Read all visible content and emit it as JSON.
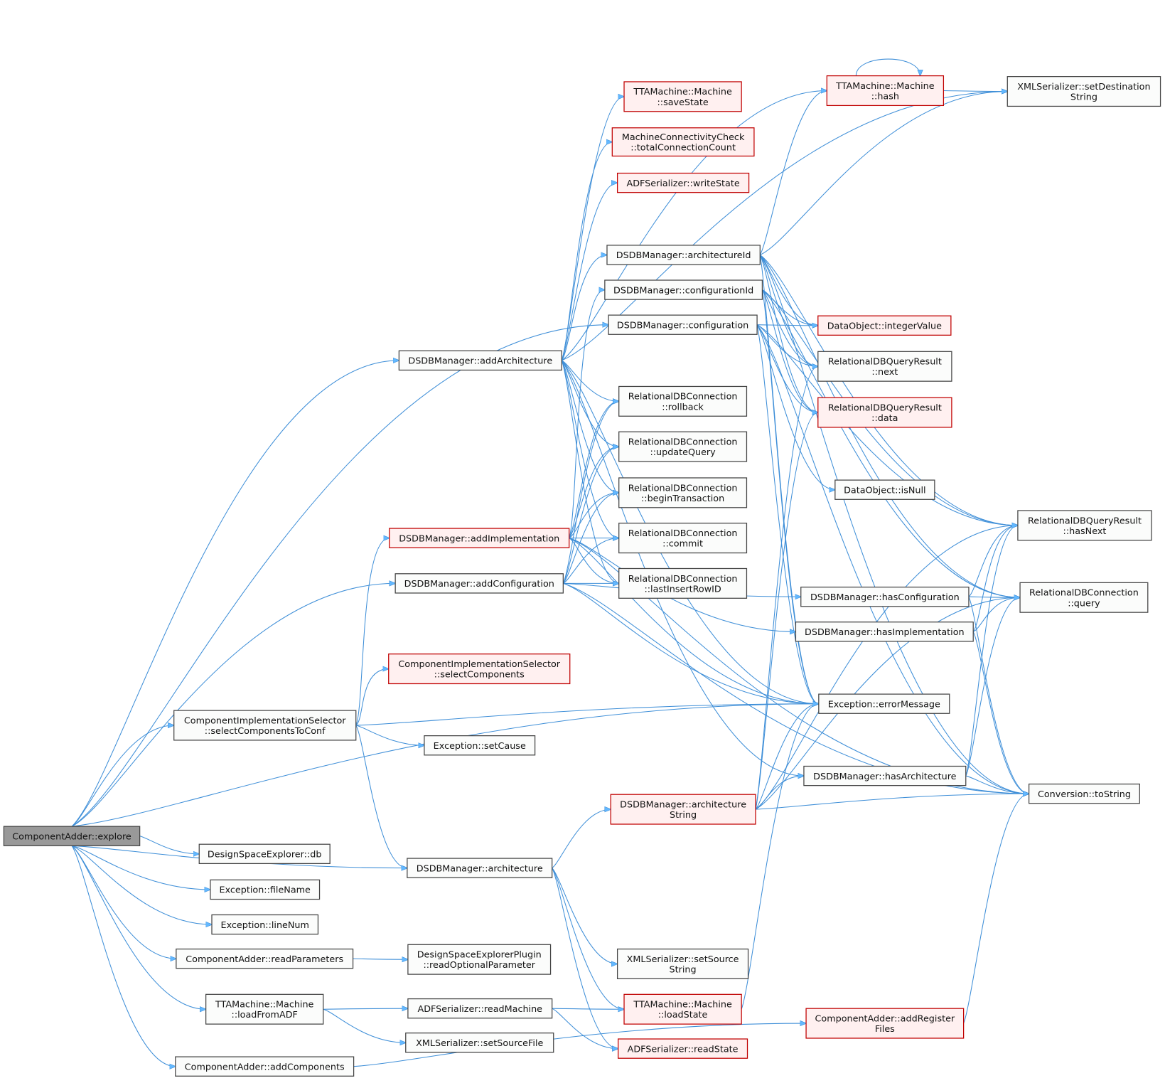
{
  "nodes": [
    {
      "id": "explore",
      "lines": [
        "ComponentAdder::explore"
      ],
      "style": "root"
    },
    {
      "id": "addArchitecture",
      "lines": [
        "DSDBManager::addArchitecture"
      ],
      "style": "normal"
    },
    {
      "id": "saveState",
      "lines": [
        "TTAMachine::Machine",
        "::saveState"
      ],
      "style": "red"
    },
    {
      "id": "totalConnectionCount",
      "lines": [
        "MachineConnectivityCheck",
        "::totalConnectionCount"
      ],
      "style": "red"
    },
    {
      "id": "writeState",
      "lines": [
        "ADFSerializer::writeState"
      ],
      "style": "red"
    },
    {
      "id": "hash",
      "lines": [
        "TTAMachine::Machine",
        "::hash"
      ],
      "style": "red"
    },
    {
      "id": "setDestinationString",
      "lines": [
        "XMLSerializer::setDestination",
        "String"
      ],
      "style": "normal"
    },
    {
      "id": "architectureId",
      "lines": [
        "DSDBManager::architectureId"
      ],
      "style": "normal"
    },
    {
      "id": "configurationId",
      "lines": [
        "DSDBManager::configurationId"
      ],
      "style": "normal"
    },
    {
      "id": "configuration",
      "lines": [
        "DSDBManager::configuration"
      ],
      "style": "normal"
    },
    {
      "id": "integerValue",
      "lines": [
        "DataObject::integerValue"
      ],
      "style": "red"
    },
    {
      "id": "next",
      "lines": [
        "RelationalDBQueryResult",
        "::next"
      ],
      "style": "normal"
    },
    {
      "id": "data",
      "lines": [
        "RelationalDBQueryResult",
        "::data"
      ],
      "style": "red"
    },
    {
      "id": "isNull",
      "lines": [
        "DataObject::isNull"
      ],
      "style": "normal"
    },
    {
      "id": "hasNext",
      "lines": [
        "RelationalDBQueryResult",
        "::hasNext"
      ],
      "style": "normal"
    },
    {
      "id": "rollback",
      "lines": [
        "RelationalDBConnection",
        "::rollback"
      ],
      "style": "normal"
    },
    {
      "id": "updateQuery",
      "lines": [
        "RelationalDBConnection",
        "::updateQuery"
      ],
      "style": "normal"
    },
    {
      "id": "beginTransaction",
      "lines": [
        "RelationalDBConnection",
        "::beginTransaction"
      ],
      "style": "normal"
    },
    {
      "id": "commit",
      "lines": [
        "RelationalDBConnection",
        "::commit"
      ],
      "style": "normal"
    },
    {
      "id": "lastInsertRowID",
      "lines": [
        "RelationalDBConnection",
        "::lastInsertRowID"
      ],
      "style": "normal"
    },
    {
      "id": "addImplementation",
      "lines": [
        "DSDBManager::addImplementation"
      ],
      "style": "red"
    },
    {
      "id": "addConfiguration",
      "lines": [
        "DSDBManager::addConfiguration"
      ],
      "style": "normal"
    },
    {
      "id": "hasConfiguration",
      "lines": [
        "DSDBManager::hasConfiguration"
      ],
      "style": "normal"
    },
    {
      "id": "query",
      "lines": [
        "RelationalDBConnection",
        "::query"
      ],
      "style": "normal"
    },
    {
      "id": "hasImplementation",
      "lines": [
        "DSDBManager::hasImplementation"
      ],
      "style": "normal"
    },
    {
      "id": "selectComponents",
      "lines": [
        "ComponentImplementationSelector",
        "::selectComponents"
      ],
      "style": "red"
    },
    {
      "id": "errorMessage",
      "lines": [
        "Exception::errorMessage"
      ],
      "style": "normal"
    },
    {
      "id": "selectComponentsToConf",
      "lines": [
        "ComponentImplementationSelector",
        "::selectComponentsToConf"
      ],
      "style": "normal"
    },
    {
      "id": "setCause",
      "lines": [
        "Exception::setCause"
      ],
      "style": "normal"
    },
    {
      "id": "hasArchitecture",
      "lines": [
        "DSDBManager::hasArchitecture"
      ],
      "style": "normal"
    },
    {
      "id": "toString",
      "lines": [
        "Conversion::toString"
      ],
      "style": "normal"
    },
    {
      "id": "architectureString",
      "lines": [
        "DSDBManager::architecture",
        "String"
      ],
      "style": "red"
    },
    {
      "id": "db",
      "lines": [
        "DesignSpaceExplorer::db"
      ],
      "style": "normal"
    },
    {
      "id": "architecture",
      "lines": [
        "DSDBManager::architecture"
      ],
      "style": "normal"
    },
    {
      "id": "fileName",
      "lines": [
        "Exception::fileName"
      ],
      "style": "normal"
    },
    {
      "id": "lineNum",
      "lines": [
        "Exception::lineNum"
      ],
      "style": "normal"
    },
    {
      "id": "readParameters",
      "lines": [
        "ComponentAdder::readParameters"
      ],
      "style": "normal"
    },
    {
      "id": "readOptionalParameter",
      "lines": [
        "DesignSpaceExplorerPlugin",
        "::readOptionalParameter"
      ],
      "style": "normal"
    },
    {
      "id": "setSourceString",
      "lines": [
        "XMLSerializer::setSource",
        "String"
      ],
      "style": "normal"
    },
    {
      "id": "loadFromADF",
      "lines": [
        "TTAMachine::Machine",
        "::loadFromADF"
      ],
      "style": "normal"
    },
    {
      "id": "readMachine",
      "lines": [
        "ADFSerializer::readMachine"
      ],
      "style": "normal"
    },
    {
      "id": "loadState",
      "lines": [
        "TTAMachine::Machine",
        "::loadState"
      ],
      "style": "red"
    },
    {
      "id": "setSourceFile",
      "lines": [
        "XMLSerializer::setSourceFile"
      ],
      "style": "normal"
    },
    {
      "id": "readState",
      "lines": [
        "ADFSerializer::readState"
      ],
      "style": "red"
    },
    {
      "id": "addRegisterFiles",
      "lines": [
        "ComponentAdder::addRegister",
        "Files"
      ],
      "style": "red"
    },
    {
      "id": "addComponents",
      "lines": [
        "ComponentAdder::addComponents"
      ],
      "style": "normal"
    }
  ],
  "edges": [
    [
      "explore",
      "addArchitecture"
    ],
    [
      "explore",
      "configuration"
    ],
    [
      "explore",
      "addConfiguration"
    ],
    [
      "explore",
      "selectComponentsToConf"
    ],
    [
      "explore",
      "errorMessage"
    ],
    [
      "explore",
      "architecture"
    ],
    [
      "explore",
      "db"
    ],
    [
      "explore",
      "fileName"
    ],
    [
      "explore",
      "lineNum"
    ],
    [
      "explore",
      "readParameters"
    ],
    [
      "explore",
      "loadFromADF"
    ],
    [
      "explore",
      "addComponents"
    ],
    [
      "addArchitecture",
      "saveState"
    ],
    [
      "addArchitecture",
      "totalConnectionCount"
    ],
    [
      "addArchitecture",
      "writeState"
    ],
    [
      "addArchitecture",
      "hash"
    ],
    [
      "addArchitecture",
      "setDestinationString"
    ],
    [
      "addArchitecture",
      "architectureId"
    ],
    [
      "addArchitecture",
      "rollback"
    ],
    [
      "addArchitecture",
      "updateQuery"
    ],
    [
      "addArchitecture",
      "beginTransaction"
    ],
    [
      "addArchitecture",
      "commit"
    ],
    [
      "addArchitecture",
      "lastInsertRowID"
    ],
    [
      "addArchitecture",
      "errorMessage"
    ],
    [
      "addArchitecture",
      "hasArchitecture"
    ],
    [
      "architectureId",
      "hash"
    ],
    [
      "architectureId",
      "setDestinationString"
    ],
    [
      "architectureId",
      "integerValue"
    ],
    [
      "architectureId",
      "next"
    ],
    [
      "architectureId",
      "data"
    ],
    [
      "architectureId",
      "hasNext"
    ],
    [
      "architectureId",
      "query"
    ],
    [
      "architectureId",
      "errorMessage"
    ],
    [
      "architectureId",
      "toString"
    ],
    [
      "configurationId",
      "integerValue"
    ],
    [
      "configurationId",
      "next"
    ],
    [
      "configurationId",
      "data"
    ],
    [
      "configurationId",
      "hasNext"
    ],
    [
      "configurationId",
      "query"
    ],
    [
      "configurationId",
      "errorMessage"
    ],
    [
      "configuration",
      "integerValue"
    ],
    [
      "configuration",
      "next"
    ],
    [
      "configuration",
      "data"
    ],
    [
      "configuration",
      "isNull"
    ],
    [
      "configuration",
      "hasNext"
    ],
    [
      "configuration",
      "errorMessage"
    ],
    [
      "configuration",
      "toString"
    ],
    [
      "hash",
      "hash"
    ],
    [
      "hash",
      "setDestinationString"
    ],
    [
      "addImplementation",
      "configurationId"
    ],
    [
      "addImplementation",
      "rollback"
    ],
    [
      "addImplementation",
      "updateQuery"
    ],
    [
      "addImplementation",
      "beginTransaction"
    ],
    [
      "addImplementation",
      "commit"
    ],
    [
      "addImplementation",
      "lastInsertRowID"
    ],
    [
      "addImplementation",
      "hasImplementation"
    ],
    [
      "addImplementation",
      "errorMessage"
    ],
    [
      "addImplementation",
      "toString"
    ],
    [
      "addConfiguration",
      "rollback"
    ],
    [
      "addConfiguration",
      "updateQuery"
    ],
    [
      "addConfiguration",
      "beginTransaction"
    ],
    [
      "addConfiguration",
      "commit"
    ],
    [
      "addConfiguration",
      "lastInsertRowID"
    ],
    [
      "addConfiguration",
      "hasConfiguration"
    ],
    [
      "addConfiguration",
      "errorMessage"
    ],
    [
      "addConfiguration",
      "toString"
    ],
    [
      "hasConfiguration",
      "query"
    ],
    [
      "hasConfiguration",
      "hasNext"
    ],
    [
      "hasConfiguration",
      "toString"
    ],
    [
      "hasImplementation",
      "query"
    ],
    [
      "hasImplementation",
      "hasNext"
    ],
    [
      "hasImplementation",
      "toString"
    ],
    [
      "hasArchitecture",
      "query"
    ],
    [
      "hasArchitecture",
      "hasNext"
    ],
    [
      "hasArchitecture",
      "toString"
    ],
    [
      "selectComponentsToConf",
      "selectComponents"
    ],
    [
      "selectComponentsToConf",
      "addImplementation"
    ],
    [
      "selectComponentsToConf",
      "errorMessage"
    ],
    [
      "selectComponentsToConf",
      "setCause"
    ],
    [
      "selectComponentsToConf",
      "architecture"
    ],
    [
      "architecture",
      "architectureString"
    ],
    [
      "architecture",
      "setSourceString"
    ],
    [
      "architecture",
      "loadState"
    ],
    [
      "architecture",
      "readState"
    ],
    [
      "architectureString",
      "next"
    ],
    [
      "architectureString",
      "data"
    ],
    [
      "architectureString",
      "hasNext"
    ],
    [
      "architectureString",
      "errorMessage"
    ],
    [
      "architectureString",
      "hasArchitecture"
    ],
    [
      "architectureString",
      "toString"
    ],
    [
      "architectureString",
      "query"
    ],
    [
      "readParameters",
      "readOptionalParameter"
    ],
    [
      "loadFromADF",
      "readMachine"
    ],
    [
      "loadFromADF",
      "setSourceFile"
    ],
    [
      "readMachine",
      "loadState"
    ],
    [
      "readMachine",
      "readState"
    ],
    [
      "loadState",
      "errorMessage"
    ],
    [
      "addComponents",
      "addRegisterFiles"
    ],
    [
      "addRegisterFiles",
      "toString"
    ]
  ],
  "colors": {
    "edge": "#3f8fd8",
    "arrow": "#63b8ff",
    "red_border": "#c00000",
    "red_fill": "#fff0f0",
    "root_fill": "#999999"
  }
}
